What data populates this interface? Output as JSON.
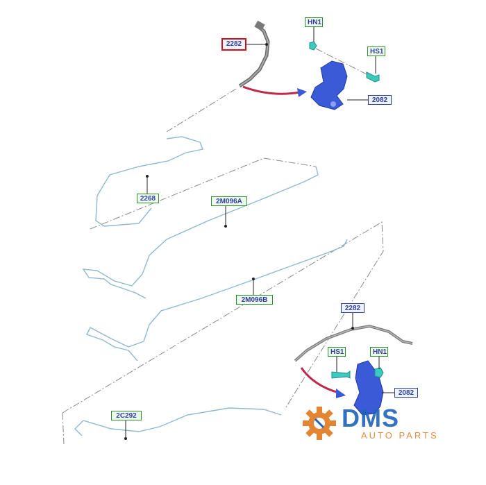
{
  "callouts": {
    "hn1_top": "HN1",
    "hs1_top": "HS1",
    "cable_top": "2282",
    "bracket_top": "2082",
    "cable_2268": "2268",
    "cable_2m096a": "2M096A",
    "cable_2m096b": "2M096B",
    "cable_bottom": "2282",
    "hs1_bottom": "HS1",
    "hn1_bottom": "HN1",
    "bracket_bottom": "2082",
    "cable_2c292": "2C292"
  },
  "watermark": {
    "brand": "DMS",
    "tagline": "AUTO PARTS"
  },
  "colors": {
    "part": "#3a5ad8",
    "fastener": "#3cc9c0",
    "cable": "#8fb8cf",
    "highlight": "#d0101a",
    "logo_orange": "#e07a1f",
    "logo_blue": "#1f63b8"
  }
}
